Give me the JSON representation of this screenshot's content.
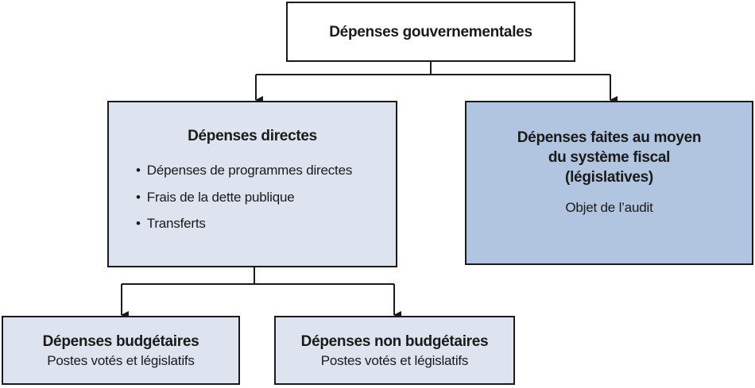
{
  "root": {
    "title": "Dépenses gouvernementales"
  },
  "direct": {
    "title": "Dépenses directes",
    "items": [
      "Dépenses de programmes directes",
      "Frais de la dette publique",
      "Transferts"
    ]
  },
  "fiscal": {
    "title_lines": [
      "Dépenses faites au moyen",
      "du système fiscal",
      "(législatives)"
    ],
    "subtitle": "Objet de l’audit"
  },
  "budget": {
    "title": "Dépenses budgétaires",
    "subtitle": "Postes votés et législatifs"
  },
  "nonbudget": {
    "title": "Dépenses non budgétaires",
    "subtitle": "Postes votés et législatifs"
  },
  "colors": {
    "line": "#1a1a1a",
    "light_box": "#dde3ef",
    "dark_box": "#b1c5e1"
  }
}
